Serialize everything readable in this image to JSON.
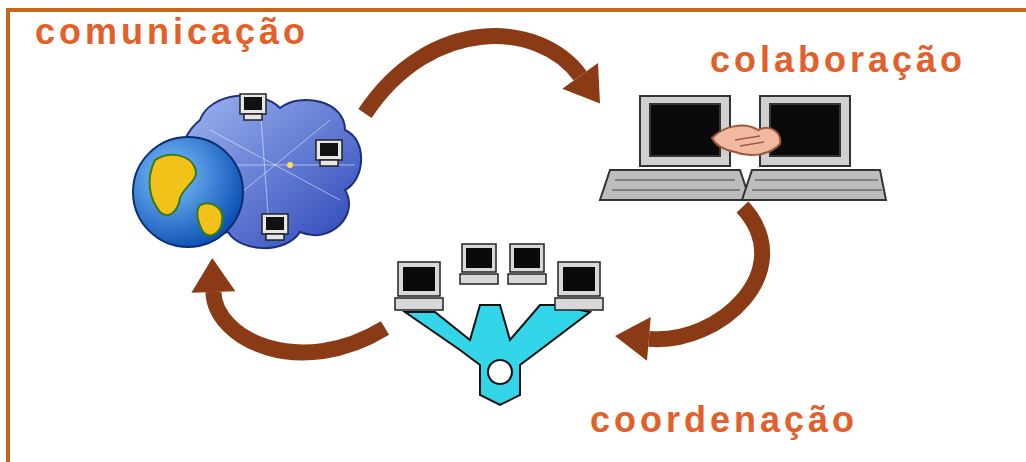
{
  "diagram": {
    "nodes": [
      {
        "text": [
          "comunicação"
        ]
      },
      {
        "text": [
          "colaboração"
        ]
      },
      {
        "text": [
          "coordenação"
        ]
      }
    ],
    "edges": [
      {
        "from": 0,
        "to": 1,
        "arrow": "to"
      },
      {
        "from": 1,
        "to": 2,
        "arrow": "to"
      },
      {
        "from": 2,
        "to": 0,
        "arrow": "to"
      }
    ]
  }
}
